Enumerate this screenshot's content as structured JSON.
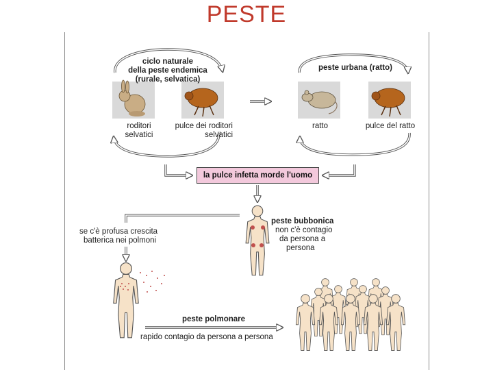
{
  "title": "PESTE",
  "sylvatic_cycle": {
    "heading": [
      "ciclo naturale",
      "della peste endemica",
      "(rurale, selvatica)"
    ],
    "rodent_label": [
      "roditori",
      "selvatici"
    ],
    "flea_label": [
      "pulce dei roditori",
      "selvatici"
    ]
  },
  "urban_cycle": {
    "heading": "peste urbana (ratto)",
    "rat_label": "ratto",
    "flea_label": "pulce del ratto"
  },
  "bite_box": "la pulce infetta morde l'uomo",
  "bubonic": {
    "heading": "peste bubbonica",
    "text": [
      "non c'è contagio",
      "da persona a",
      "persona"
    ]
  },
  "condition_text": [
    "se c'è profusa crescita",
    "batterica nei polmoni"
  ],
  "pneumonic": {
    "heading": "peste polmonare",
    "text": "rapido contagio da persona a persona"
  },
  "colors": {
    "title": "#c0392b",
    "box_fill": "#f3c9dc",
    "skin": "#f6e2c8",
    "bubo": "#c0504d",
    "flea": "#b5651d",
    "tile": "#d9d9d9"
  },
  "icons": [
    "wild-rodent-icon",
    "flea-icon",
    "rat-icon",
    "human-figure-icon",
    "arrow-icon"
  ]
}
